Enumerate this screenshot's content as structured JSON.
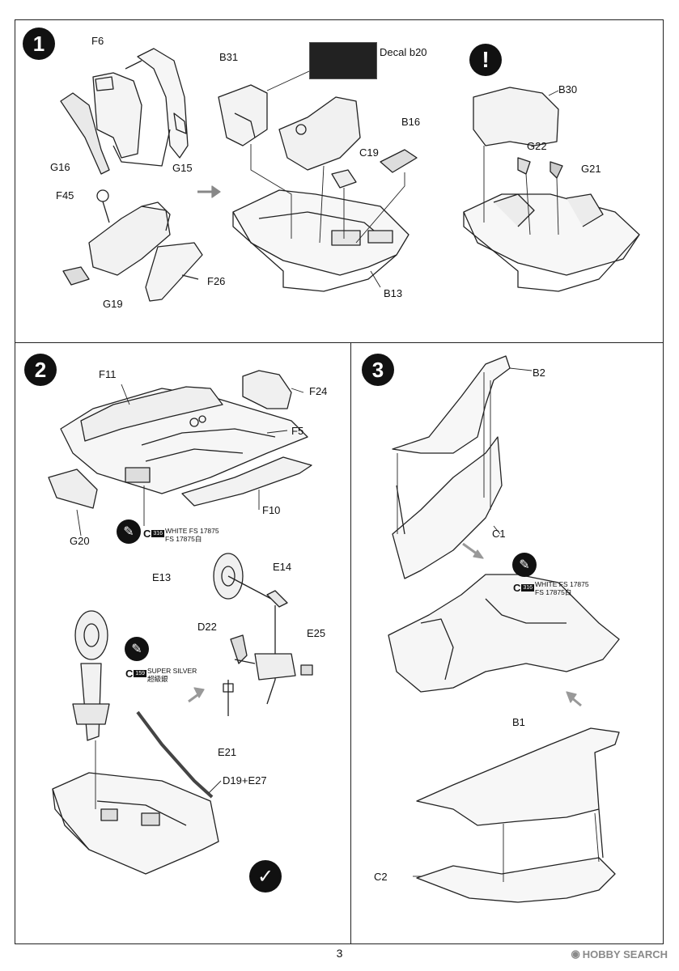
{
  "steps": [
    {
      "number": "1"
    },
    {
      "number": "2"
    },
    {
      "number": "3"
    }
  ],
  "step1": {
    "labels": {
      "f6": "F6",
      "g16": "G16",
      "g15": "G15",
      "f45": "F45",
      "f26": "F26",
      "g19": "G19",
      "b31": "B31",
      "decal": "Decal b20",
      "b16": "B16",
      "c19": "C19",
      "b13": "B13",
      "b30": "B30",
      "g22": "G22",
      "g21": "G21"
    },
    "attention_mark": "!"
  },
  "step2": {
    "labels": {
      "f11": "F11",
      "f24": "F24",
      "f5": "F5",
      "f10": "F10",
      "g20": "G20",
      "e13": "E13",
      "e14": "E14",
      "d22": "D22",
      "e25": "E25",
      "e21": "E21",
      "d19e27": "D19+E27"
    },
    "paint_white": {
      "code_letter": "C",
      "code_number": "316",
      "line1": "WHITE FS 17875",
      "line2": "FS 17875白"
    },
    "paint_silver": {
      "code_letter": "C",
      "code_number": "159",
      "line1": "SUPER SILVER",
      "line2": "超級銀"
    }
  },
  "step3": {
    "labels": {
      "b2": "B2",
      "c1": "C1",
      "b1": "B1",
      "c2": "C2"
    },
    "paint_white": {
      "code_letter": "C",
      "code_number": "316",
      "line1": "WHITE FS 17875",
      "line2": "FS 17875白"
    }
  },
  "page_number": "3",
  "watermark": "HOBBY SEARCH"
}
